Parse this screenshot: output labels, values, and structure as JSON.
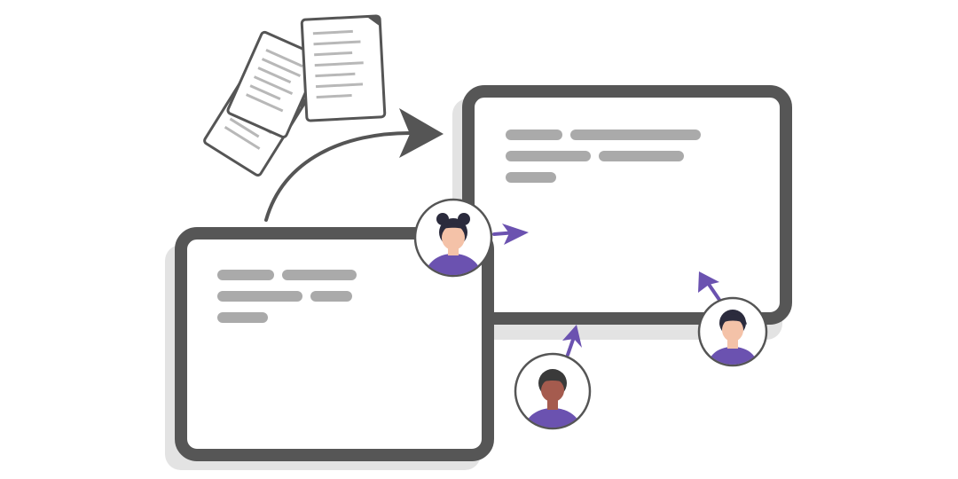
{
  "illustration": {
    "documents": [
      {
        "name": "document-back",
        "lines": 6
      },
      {
        "name": "document-middle",
        "lines": 6
      },
      {
        "name": "document-front",
        "lines": 7
      }
    ],
    "source_window": {
      "placeholder_rows": 3
    },
    "target_window": {
      "placeholder_rows": 3
    },
    "users": [
      {
        "name": "user-avatar-bun-hair",
        "skin": "#f4c2a8",
        "hair": "#2b2b3d",
        "shirt": "#6b52b0"
      },
      {
        "name": "user-avatar-dark-skin",
        "skin": "#a55b4e",
        "hair": "#3a3a3a",
        "shirt": "#6b52b0"
      },
      {
        "name": "user-avatar-short-hair",
        "skin": "#f4c2a8",
        "hair": "#2b2b3d",
        "shirt": "#6b52b0"
      }
    ]
  },
  "colors": {
    "frame": "#565656",
    "shadow": "#e3e3e3",
    "placeholder": "#aaaaaa",
    "doc_line": "#b8b8b8",
    "arrow": "#555555",
    "accent": "#6b52b0"
  }
}
